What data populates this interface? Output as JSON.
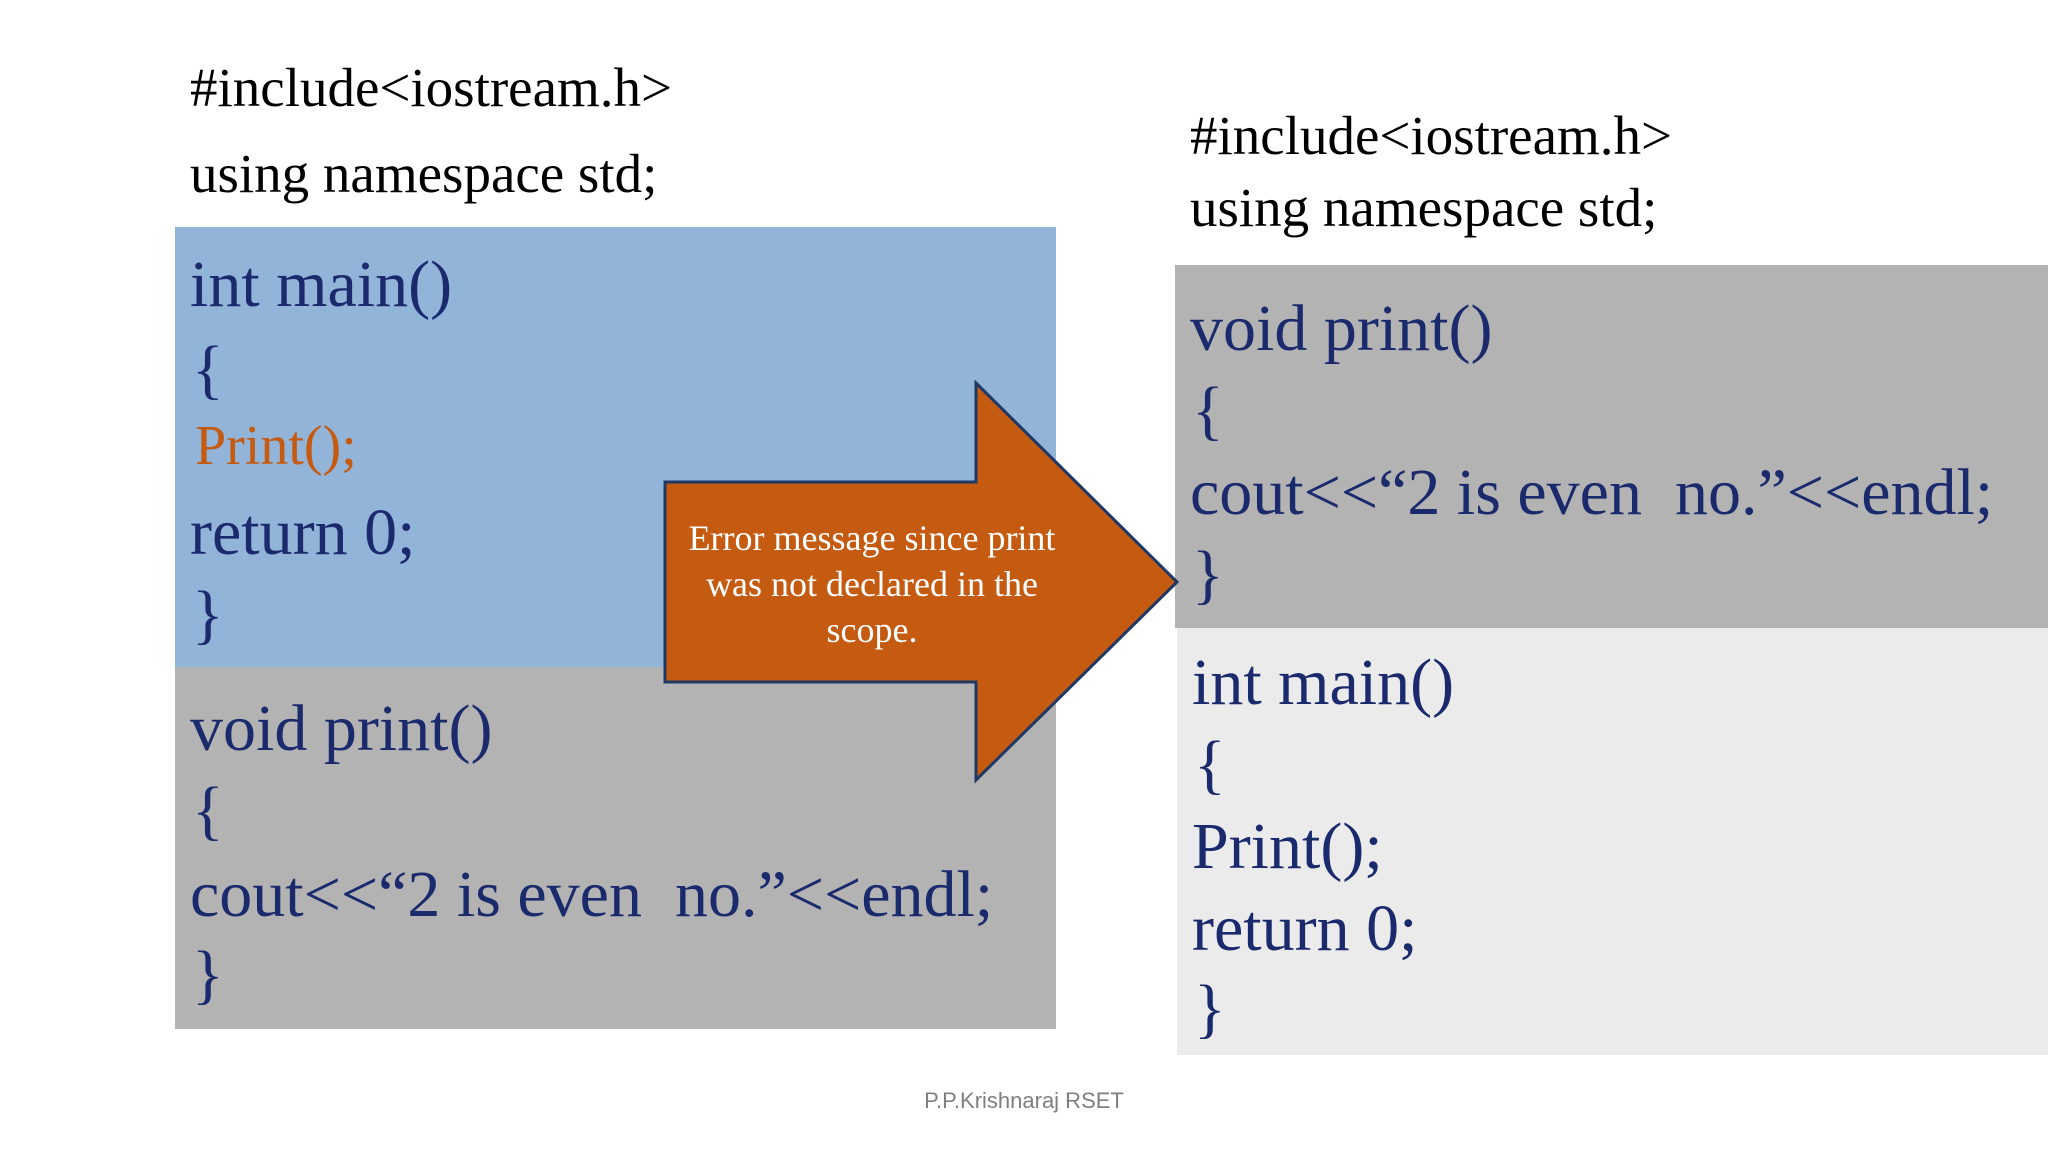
{
  "left": {
    "include": "#include<iostream.h>",
    "namespace": "using namespace std;",
    "main_block": {
      "signature": "int main()",
      "open_brace": "{",
      "call": "Print();",
      "return": "return 0;",
      "close_brace": "}"
    },
    "print_block": {
      "signature": "void print()",
      "open_brace": "{",
      "statement": "cout<<“2 is even  no.”<<endl;",
      "close_brace": "}"
    }
  },
  "callout": {
    "text": "Error message since print was not declared in the scope."
  },
  "right": {
    "include": "#include<iostream.h>",
    "namespace": "using namespace std;",
    "print_block": {
      "signature": "void print()",
      "open_brace": "{",
      "statement": "cout<<“2 is even  no.”<<endl;",
      "close_brace": "}"
    },
    "main_block": {
      "signature": "int main()",
      "open_brace": "{",
      "call": "Print();",
      "return": "return 0;",
      "close_brace": "}"
    }
  },
  "footer": "P.P.Krishnaraj RSET",
  "colors": {
    "code_text": "#1a2a6c",
    "header_text": "#000000",
    "main_block_bg": "#92b4d9",
    "print_block_bg": "#b3b3b3",
    "right_main_bg": "#ebebeb",
    "arrow_fill": "#c55a11",
    "arrow_stroke": "#1f3864",
    "error_call_text": "#c55a11"
  }
}
